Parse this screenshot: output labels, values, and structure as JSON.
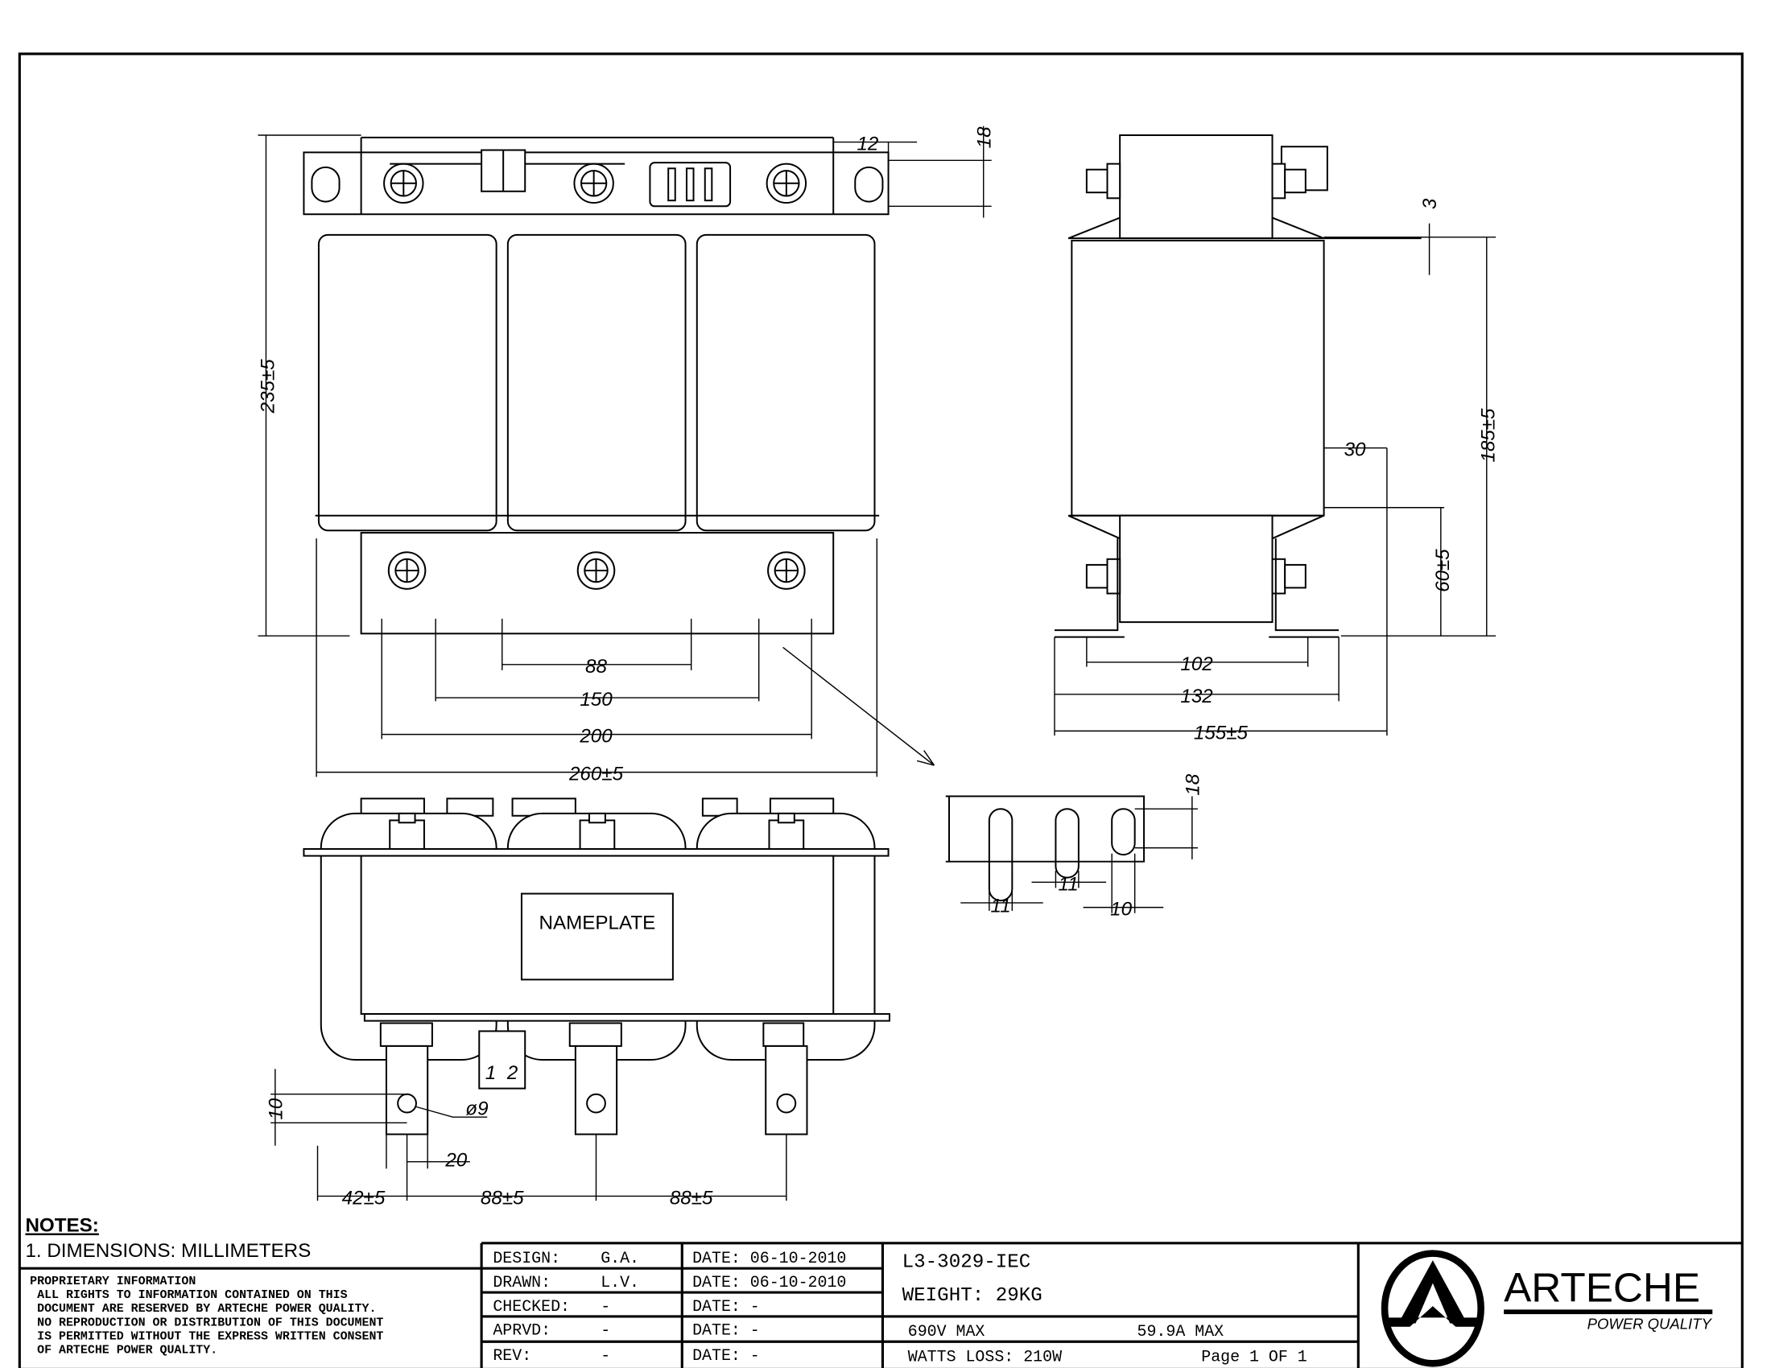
{
  "dimensions": {
    "front_height": "235±5",
    "slot_offset": "12",
    "terminal_bar_height": "18",
    "mount_88": "88",
    "mount_150": "150",
    "mount_200": "200",
    "overall_width": "260±5",
    "side_top_gap": "3",
    "side_height": "185±5",
    "side_30": "30",
    "side_60": "60±5",
    "side_102": "102",
    "side_132": "132",
    "side_depth": "155±5",
    "detail_18": "18",
    "detail_11a": "11",
    "detail_11b": "11",
    "detail_10": "10",
    "term_10": "10",
    "term_hole": "ø9",
    "term_20": "20",
    "term_42": "42±5",
    "term_88a": "88±5",
    "term_88b": "88±5"
  },
  "nameplate": "NAMEPLATE",
  "thermal_labels": [
    "1",
    "2"
  ],
  "notes": {
    "heading": "NOTES:",
    "items": [
      "1. DIMENSIONS: MILLIMETERS"
    ]
  },
  "proprietary": [
    "PROPRIETARY INFORMATION",
    " ALL RIGHTS TO INFORMATION CONTAINED ON THIS",
    " DOCUMENT ARE RESERVED BY ARTECHE POWER QUALITY.",
    " NO REPRODUCTION OR DISTRIBUTION OF THIS DOCUMENT",
    " IS PERMITTED WITHOUT THE EXPRESS WRITTEN CONSENT",
    " OF ARTECHE POWER QUALITY."
  ],
  "signoff": [
    {
      "role": "DESIGN:",
      "who": "G.A.",
      "date": "DATE: 06-10-2010"
    },
    {
      "role": "DRAWN:",
      "who": "L.V.",
      "date": "DATE: 06-10-2010"
    },
    {
      "role": "CHECKED:",
      "who": "-",
      "date": "DATE: -"
    },
    {
      "role": "APRVD:",
      "who": "-",
      "date": "DATE: -"
    },
    {
      "role": "REV:",
      "who": "-",
      "date": "DATE: -"
    }
  ],
  "part": {
    "number": "L3-3029-IEC",
    "weight": "WEIGHT: 29KG",
    "voltage": "690V MAX",
    "current": "59.9A MAX",
    "watts_loss": "WATTS LOSS: 210W",
    "page": "Page 1 OF 1"
  },
  "brand": {
    "name": "ARTECHE",
    "tagline": "POWER QUALITY"
  }
}
